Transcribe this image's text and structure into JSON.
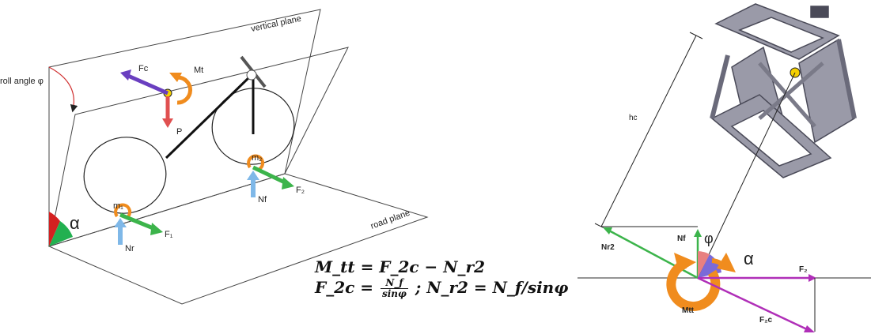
{
  "left_diagram": {
    "vertical_plane_label": "vertical plane",
    "road_plane_label": "road plane",
    "roll_angle_label": "roll angle φ",
    "alpha_label": "α",
    "forces": {
      "Fc": "Fc",
      "Mt": "Mt",
      "P": "P",
      "m1": "m₁",
      "m2": "m₂",
      "F1": "F₁",
      "F2": "F₂",
      "Nr": "Nr",
      "Nf": "Nf"
    }
  },
  "equations": {
    "line1": "M_tt = F_2c − N_r2",
    "line2_lhs": "F_2c =",
    "frac_num": "N_f",
    "frac_den": "sinφ",
    "line2_rhs": "; N_r2 = N_f/sinφ"
  },
  "right_diagram": {
    "hc": "hc",
    "Nr2": "Nr2",
    "Nf": "Nf",
    "phi": "φ",
    "alpha": "α",
    "Mtt": "Mtt",
    "F2": "F₂",
    "F2c": "F₂c"
  },
  "colors": {
    "green": "#3cb44b",
    "blue": "#7fb8e8",
    "orange": "#f08c1e",
    "purple": "#6a3fc0",
    "red": "#e05050",
    "magenta": "#b02fb8",
    "frame": "#8a8a9a"
  }
}
